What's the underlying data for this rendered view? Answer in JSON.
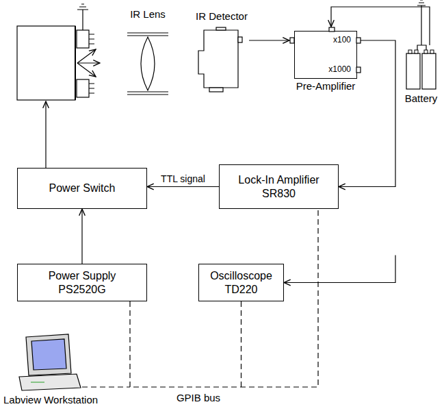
{
  "diagram": {
    "nodes": [
      {
        "text": [
          "IR Detector"
        ]
      },
      {
        "text": [
          "x100",
          "x1000",
          "Pre-Amplifier"
        ]
      },
      {
        "text": [
          "Battery"
        ]
      },
      {
        "text": [
          "Power Switch"
        ]
      },
      {
        "text": [
          "Lock-In Amplifier SR830"
        ]
      },
      {
        "text": [
          "Power Supply PS2520G"
        ]
      },
      {
        "text": [
          "Oscilloscope TD220"
        ]
      }
    ],
    "edges": [
      {
        "from": 0,
        "to": 1,
        "arrow": "to"
      },
      {
        "from": 2,
        "to": 1,
        "arrow": "to"
      },
      {
        "from": 1,
        "to": 4,
        "arrow": "to"
      },
      {
        "from": 1,
        "to": 6,
        "arrow": "to"
      },
      {
        "from": 4,
        "to": 3,
        "label": "TTL signal",
        "arrow": "to"
      },
      {
        "from": 5,
        "to": 3,
        "arrow": "to"
      },
      {
        "from": 5,
        "to": 4,
        "arrow": "none"
      },
      {
        "from": 6,
        "to": 4,
        "arrow": "none"
      }
    ],
    "labels": [
      "IR Lens",
      "Labview Workstation",
      "GPIB bus"
    ]
  }
}
